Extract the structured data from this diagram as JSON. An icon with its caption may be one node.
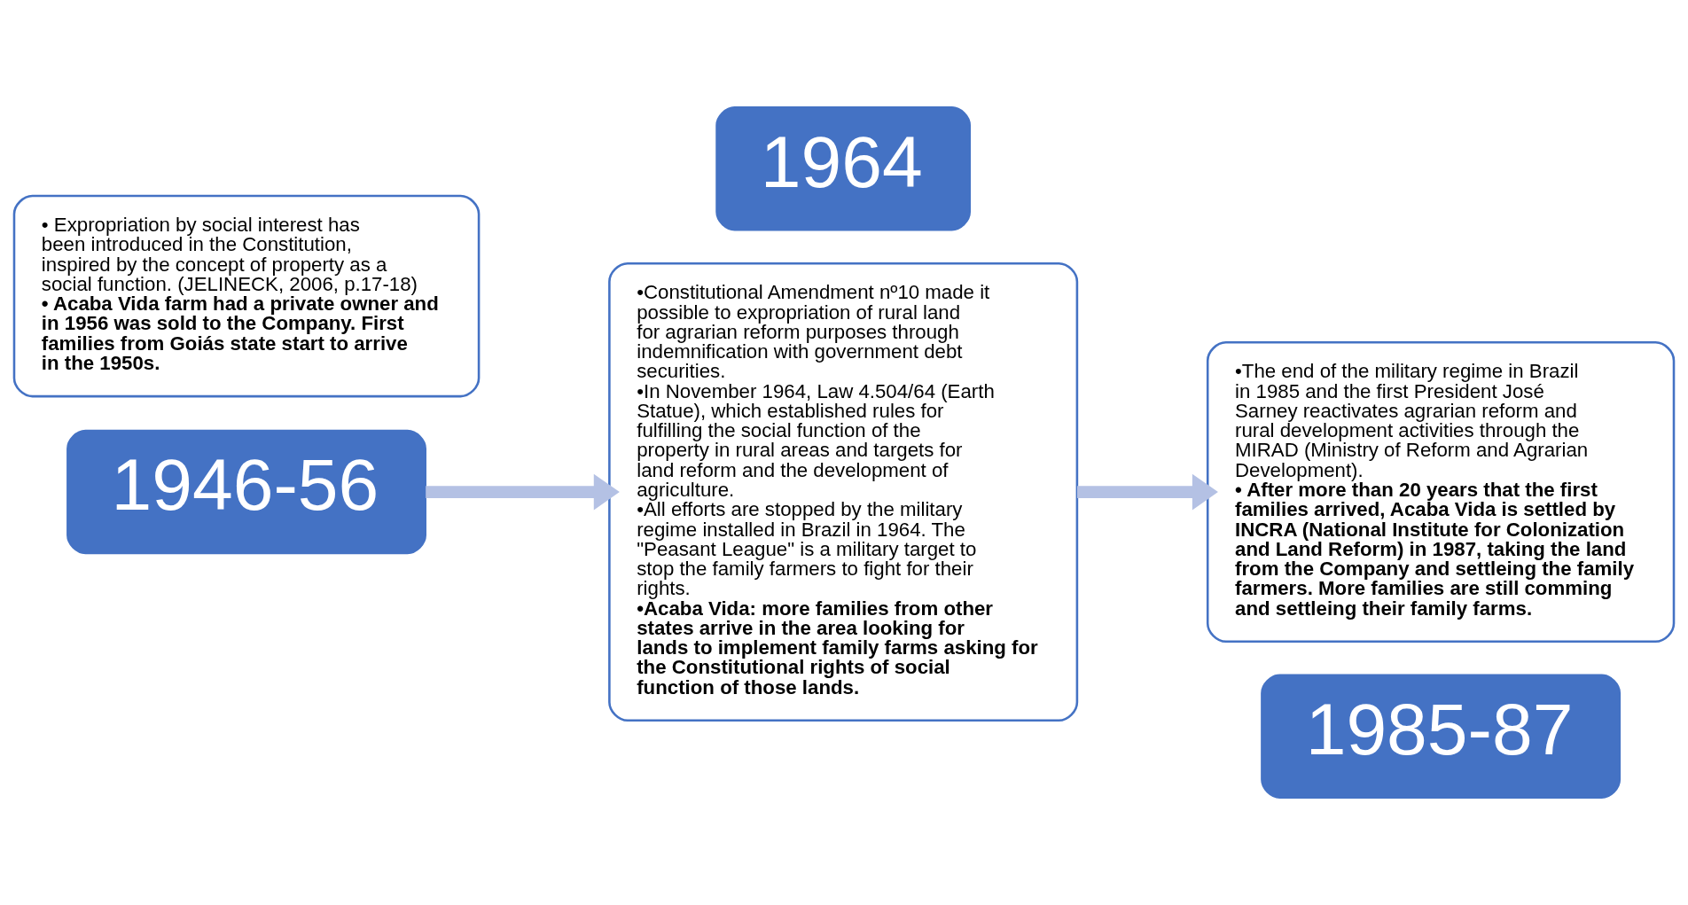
{
  "diagram": {
    "nodes": [
      {
        "text": [
          "• Expropriation by social interest has been introduced in the Constitution, inspired by the concept of property as a social function. (JELINECK, 2006, p.17-18)",
          "• Acaba Vida farm had a private owner and in 1956 was sold to the Company. First families from Goiás state start to arrive in the 1950s."
        ]
      },
      {
        "text": [
          "1946-56"
        ]
      },
      {
        "text": [
          "•Constitutional Amendment nº10 made it possible to expropriation of rural land for agrarian reform purposes through indemnification with government debt securities.",
          "•In November 1964, Law 4.504/64 (Earth Statue), which established rules for fulfilling the social function of the property in rural areas and targets for land reform and the development of agriculture.",
          "•All efforts are stopped by the military regime installed in Brazil in 1964. The \"Peasant League\" is a military target to stop the family farmers to fight for their rights.",
          "•Acaba Vida: more families from other states arrive in the area looking for lands to implement family farms asking for the Constitutional rights of social function of those lands."
        ]
      },
      {
        "text": [
          "1964"
        ]
      },
      {
        "text": [
          "•The end of the military regime in Brazil in 1985 and the first President José Sarney reactivates agrarian reform and rural development activities through the MIRAD (Ministry of Reform and Agrarian Development).",
          "• After more than 20 years that the first families arrived, Acaba Vida is settled by INCRA (National Institute for Colonization and Land Reform) in 1987, taking the land from the Company and settleing the family farmers. More families are still comming and settleing their family farms."
        ]
      },
      {
        "text": [
          "1985-87"
        ]
      }
    ],
    "edges": [
      {
        "from": 1,
        "to": 2,
        "arrow": "to"
      },
      {
        "from": 2,
        "to": 4,
        "arrow": "to"
      }
    ]
  }
}
